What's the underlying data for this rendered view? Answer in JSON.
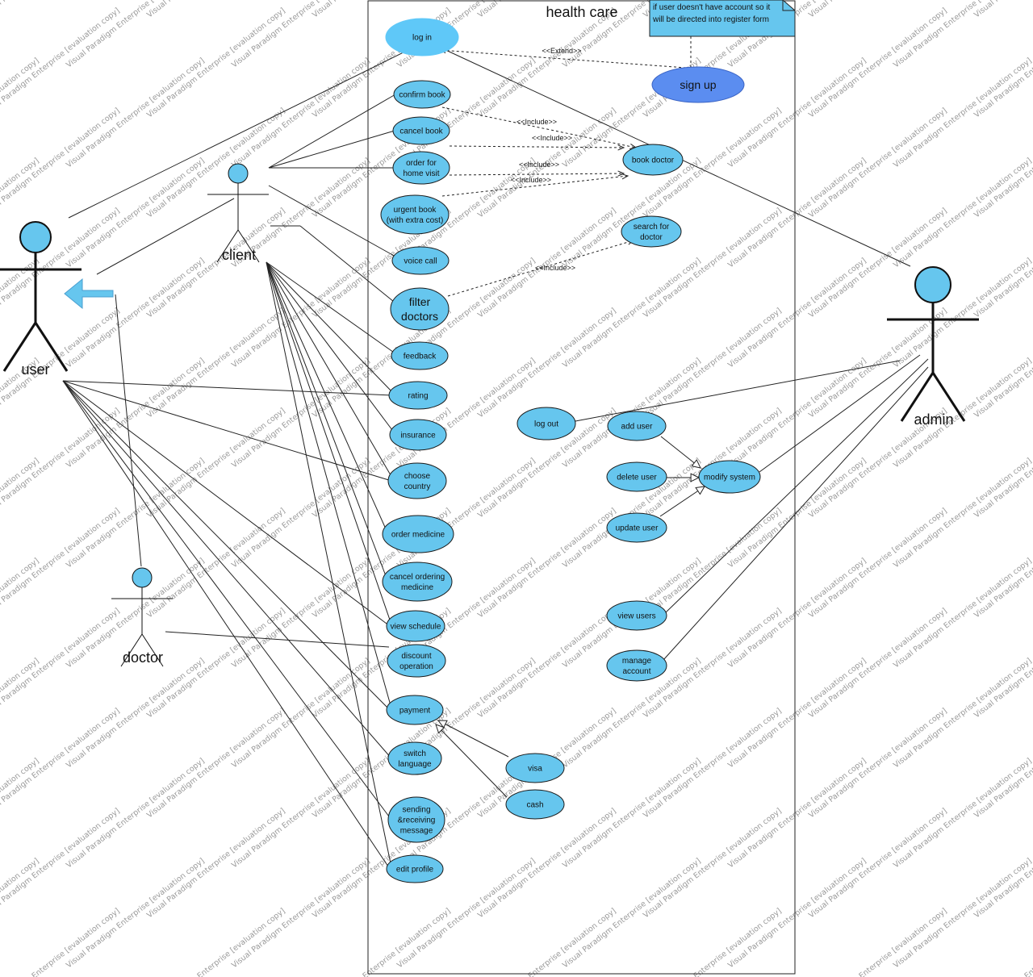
{
  "system": {
    "title": "health care"
  },
  "note": {
    "lines": [
      "if user doesn't have account so it",
      "will be directed into register form"
    ]
  },
  "watermark": "Visual Paradigm Enterprise [evaluation copy]",
  "actors": {
    "user": "user",
    "client": "client",
    "doctor": "doctor",
    "admin": "admin"
  },
  "use_cases": {
    "log_in": [
      "log in"
    ],
    "sign_up": [
      "sign up"
    ],
    "confirm_book": [
      "confirm book"
    ],
    "cancel_book": [
      "cancel book"
    ],
    "order_home_visit": [
      "order for",
      "home visit"
    ],
    "urgent_book": [
      "urgent book",
      "(with extra cost)"
    ],
    "voice_call": [
      "voice call"
    ],
    "filter_doctors": [
      "filter",
      "doctors"
    ],
    "feedback": [
      "feedback"
    ],
    "rating": [
      "rating"
    ],
    "insurance": [
      "insurance"
    ],
    "choose_country": [
      "choose",
      "country"
    ],
    "order_medicine": [
      "order medicine"
    ],
    "cancel_ordering_medicine": [
      "cancel ordering",
      "medicine"
    ],
    "view_schedule": [
      "view schedule"
    ],
    "discount_operation": [
      "discount",
      "operation"
    ],
    "payment": [
      "payment"
    ],
    "switch_language": [
      "switch",
      "language"
    ],
    "sending_receiving_message": [
      "sending",
      "&receiving",
      "message"
    ],
    "edit_profile": [
      "edit profile"
    ],
    "book_doctor": [
      "book doctor"
    ],
    "search_for_doctor": [
      "search for",
      "doctor"
    ],
    "log_out": [
      "log out"
    ],
    "add_user": [
      "add user"
    ],
    "delete_user": [
      "delete user"
    ],
    "update_user": [
      "update user"
    ],
    "modify_system": [
      "modify system"
    ],
    "view_users": [
      "view users"
    ],
    "manage_account": [
      "manage",
      "account"
    ],
    "visa": [
      "visa"
    ],
    "cash": [
      "cash"
    ]
  },
  "stereotypes": {
    "extend": "<<Extend>>",
    "include": "<<Include>>"
  },
  "colors": {
    "use_case_fill": "#66c6ee",
    "sign_up_fill": "#5b8df0",
    "note_fill": "#66c6ee",
    "watermark": "#9a9a9a"
  }
}
